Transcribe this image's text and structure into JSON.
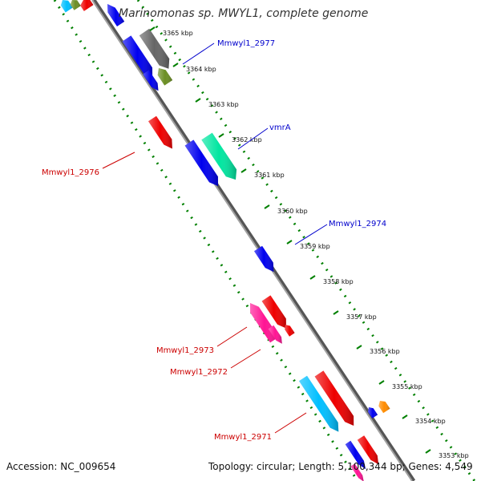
{
  "title": "Marinomonas sp. MWYL1, complete genome",
  "accession": "Accession: NC_009654",
  "topology": "Topology: circular; Length: 5,100,344 bp; Genes: 4,549",
  "ticks": [
    {
      "label": "3365 kbp"
    },
    {
      "label": "3364 kbp"
    },
    {
      "label": "3363 kbp"
    },
    {
      "label": "3362 kbp"
    },
    {
      "label": "3361 kbp"
    },
    {
      "label": "3360 kbp"
    },
    {
      "label": "3359 kbp"
    },
    {
      "label": "3358 kbp"
    },
    {
      "label": "3357 kbp"
    },
    {
      "label": "3356 kbp"
    },
    {
      "label": "3355 kbp"
    },
    {
      "label": "3354 kbp"
    },
    {
      "label": "3353 kbp"
    }
  ],
  "gene_labels": [
    {
      "text": "Mmwyl1_2977",
      "color": "#0000cc"
    },
    {
      "text": "vmrA",
      "color": "#0000cc"
    },
    {
      "text": "Mmwyl1_2974",
      "color": "#0000cc"
    },
    {
      "text": "Mmwyl1_2976",
      "color": "#cc0000"
    },
    {
      "text": "Mmwyl1_2973",
      "color": "#cc0000"
    },
    {
      "text": "Mmwyl1_2972",
      "color": "#cc0000"
    },
    {
      "text": "Mmwyl1_2971",
      "color": "#cc0000"
    }
  ],
  "colors": {
    "backbone": "#7a7a7a",
    "dotted_track": "#008000",
    "blue": "#0000ee",
    "red": "#ee0000",
    "grey": "#666666",
    "olive": "#6b8e23",
    "seafoam": "#00e6a0",
    "pink": "#ff1493",
    "cyan": "#00bfff",
    "orange": "#ff8c00"
  }
}
